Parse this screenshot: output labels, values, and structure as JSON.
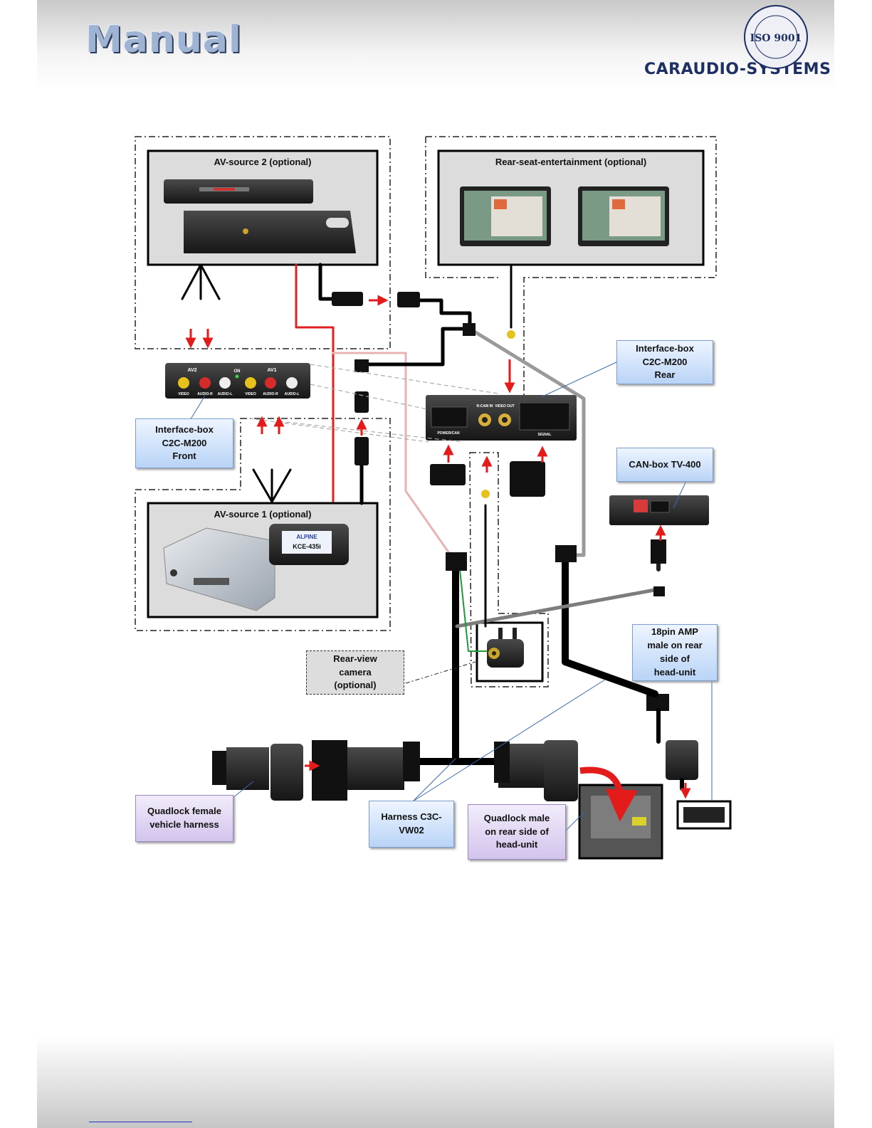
{
  "header": {
    "title": "Manual",
    "brand": "CARAUDIO-SYSTEMS",
    "cert_text": "ISO 9001"
  },
  "boxes": {
    "av_source_2": "AV-source 2 (optional)",
    "rear_seat": "Rear-seat-entertainment (optional)",
    "av_source_1": "AV-source 1 (optional)"
  },
  "callouts": {
    "interface_front": "Interface-box\nC2C-M200\nFront",
    "interface_rear": "Interface-box\nC2C-M200\nRear",
    "can_box": "CAN-box TV-400",
    "rear_camera": "Rear-view\ncamera\n(optional)",
    "amp_18pin": "18pin AMP\nmale on rear\nside of\nhead-unit",
    "quadlock_female": "Quadlock female\nvehicle harness",
    "harness": "Harness C3C-\nVW02",
    "quadlock_male": "Quadlock male\non rear side of\nhead-unit"
  },
  "device_labels": {
    "front_av2": "AV2",
    "front_av1": "AV1",
    "front_on": "ON",
    "front_video_2": "VIDEO",
    "front_audio_r_2": "AUDIO-R",
    "front_audio_l_2": "AUDIO-L",
    "front_video_1": "VIDEO",
    "front_audio_r_1": "AUDIO-R",
    "front_audio_l_1": "AUDIO-L",
    "rear_power_can": "POWER/CAN",
    "rear_rcam_in": "R-CAM IN",
    "rear_video_out": "VIDEO OUT",
    "rear_signal": "SIGNAL",
    "kce_brand": "ALPINE",
    "kce_model": "KCE-435i"
  },
  "colors": {
    "callout_blue": "#b9d4f7",
    "callout_purple": "#d3c4ec",
    "wire_red": "#e02020",
    "wire_grey": "#9a9a9a",
    "arrow_red": "#e41b1b"
  }
}
